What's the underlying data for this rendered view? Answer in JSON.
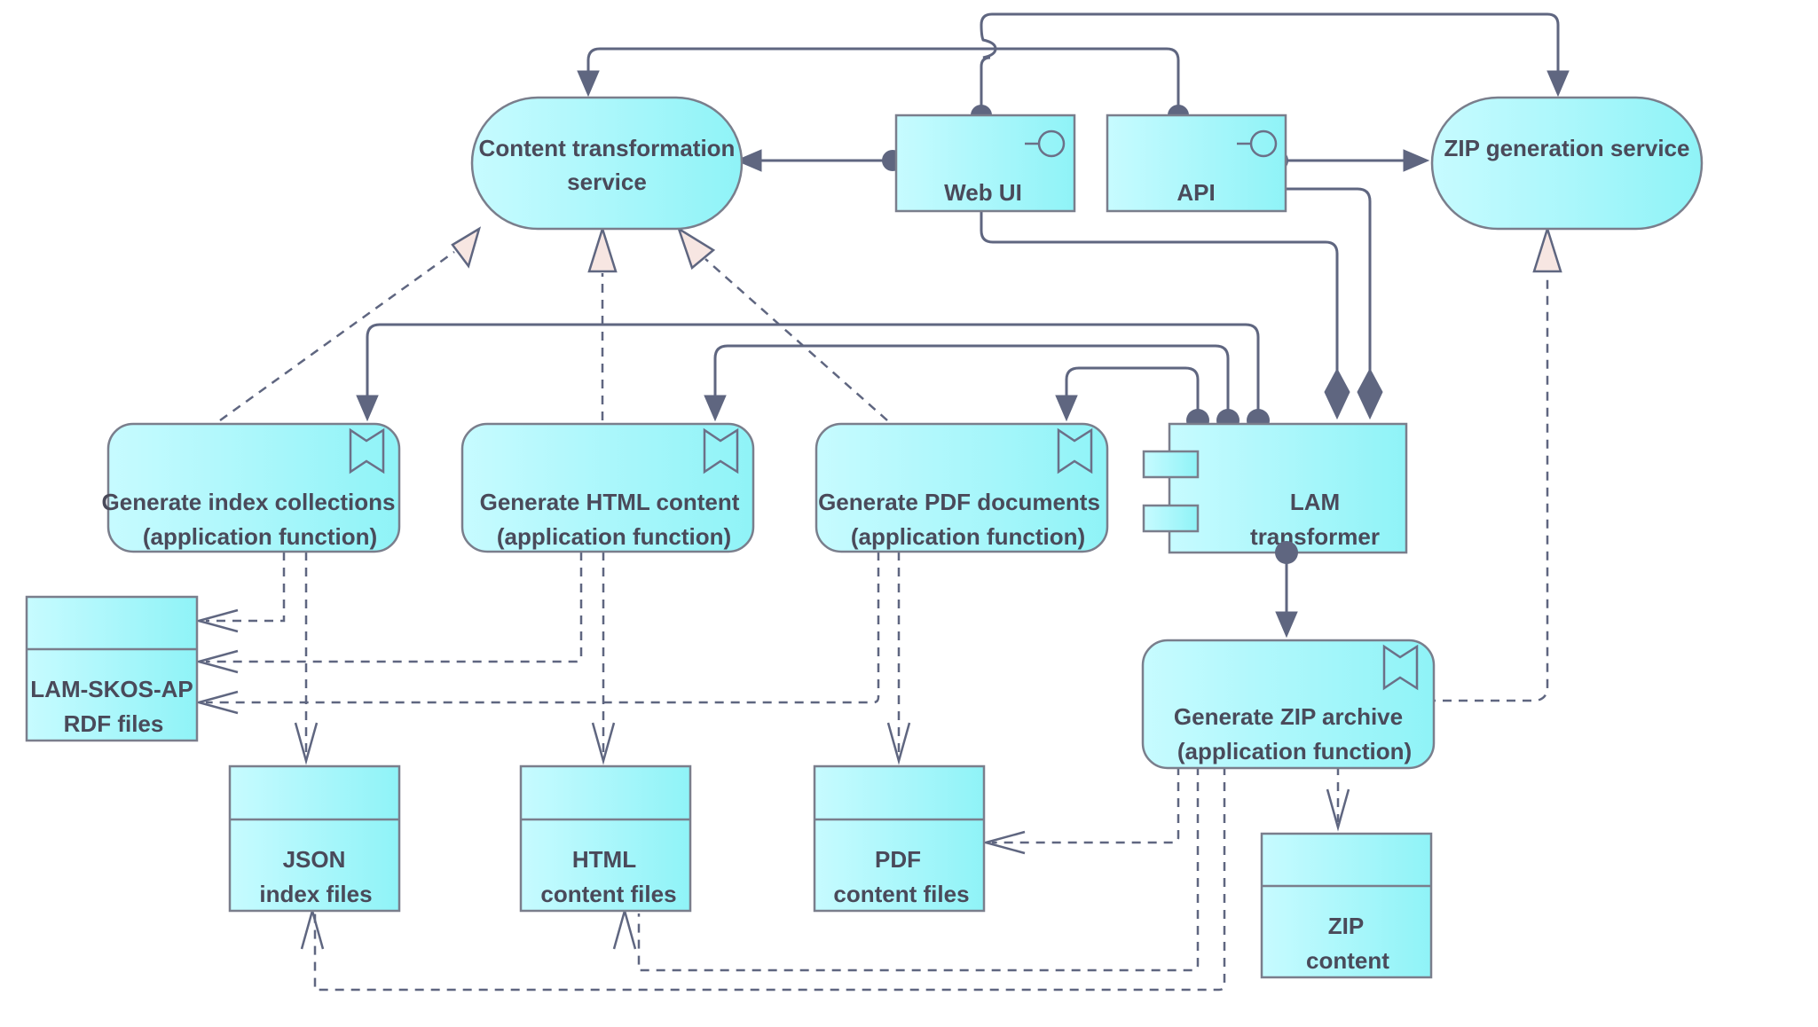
{
  "nodes": {
    "content_transformation_service": [
      "Content transformation",
      "service"
    ],
    "zip_generation_service": [
      "ZIP generation service"
    ],
    "web_ui": [
      "Web UI"
    ],
    "api": [
      "API"
    ],
    "gen_index": [
      "Generate index collections",
      "(application function)"
    ],
    "gen_html": [
      "Generate HTML content",
      "(application function)"
    ],
    "gen_pdf": [
      "Generate PDF documents",
      "(application function)"
    ],
    "lam_transformer": [
      "LAM",
      "transformer"
    ],
    "gen_zip": [
      "Generate ZIP archive",
      "(application function)"
    ],
    "lam_skos": [
      "LAM-SKOS-AP",
      "RDF files"
    ],
    "json_files": [
      "JSON",
      "index files"
    ],
    "html_files": [
      "HTML",
      "content files"
    ],
    "pdf_files": [
      "PDF",
      "content files"
    ],
    "zip_content": [
      "ZIP",
      "content"
    ]
  },
  "colors": {
    "fill_start": "#c7fbff",
    "fill_end": "#8ff3f7",
    "border": "#7a7e8c",
    "edge": "#5f6680",
    "realization_head": "#f7e6e2",
    "text": "#4a4a5a"
  }
}
